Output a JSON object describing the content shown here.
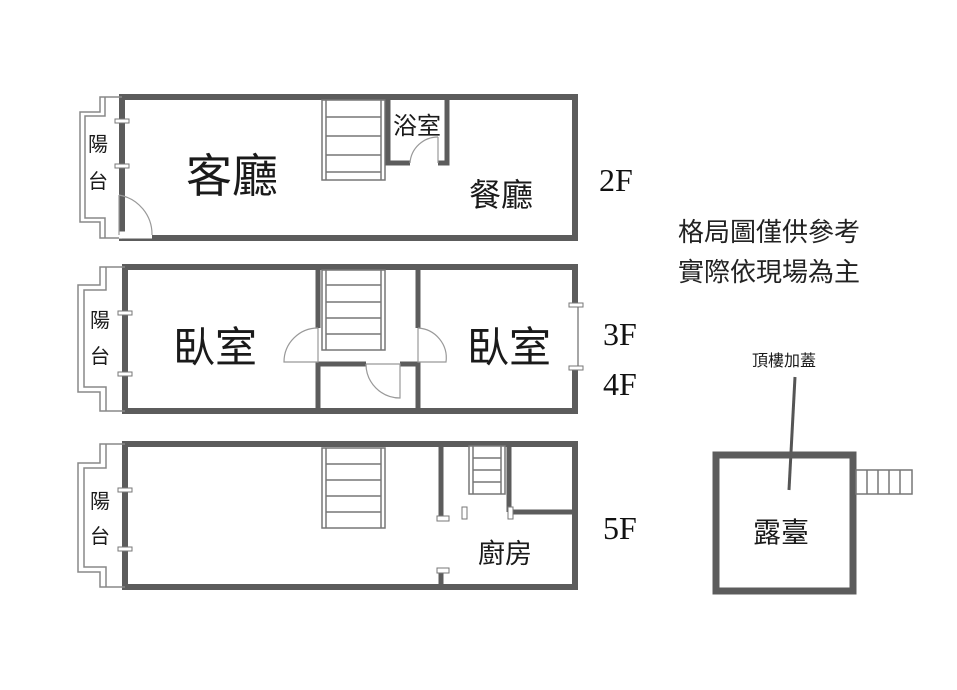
{
  "colors": {
    "wall": "#5c5c5c",
    "background": "#ffffff",
    "text": "#1a1a1a"
  },
  "floor2": {
    "balcony": [
      "陽",
      "台"
    ],
    "living_room": "客廳",
    "bathroom": "浴室",
    "dining_room": "餐廳",
    "floor_label": "2F"
  },
  "floor34": {
    "balcony": [
      "陽",
      "台"
    ],
    "bedroom_left": "臥室",
    "bedroom_right": "臥室",
    "floor_label_a": "3F",
    "floor_label_b": "4F"
  },
  "floor5": {
    "balcony": [
      "陽",
      "台"
    ],
    "kitchen": "廚房",
    "floor_label": "5F"
  },
  "notes": {
    "disclaimer_line1": "格局圖僅供參考",
    "disclaimer_line2": "實際依現場為主"
  },
  "rooftop": {
    "addition_label": "頂樓加蓋",
    "terrace": "露臺"
  }
}
